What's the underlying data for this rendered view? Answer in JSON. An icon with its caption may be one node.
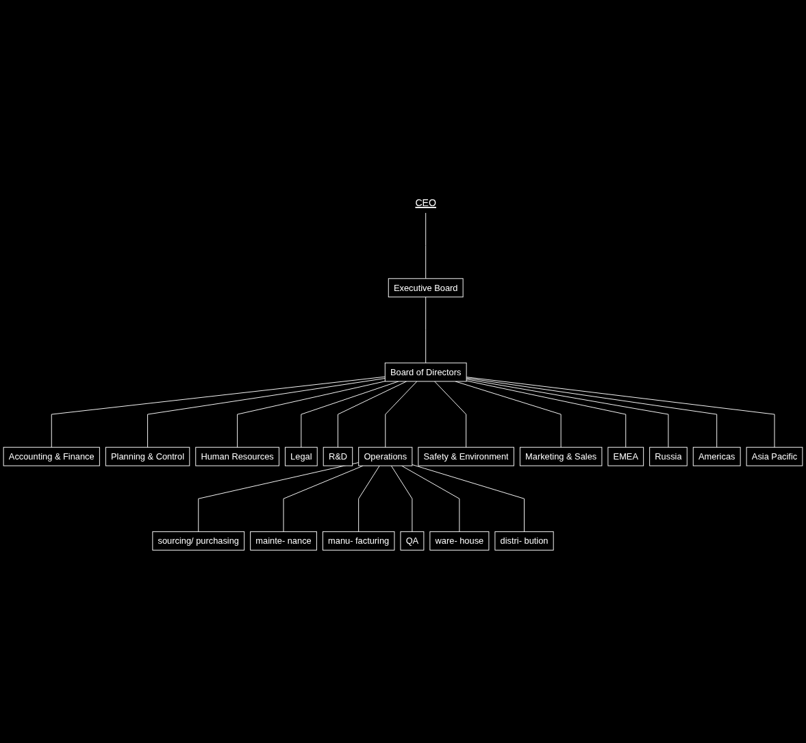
{
  "diagram": {
    "nodes": [
      {
        "text": [
          "CEO"
        ]
      },
      {
        "text": [
          "Executive Board"
        ]
      },
      {
        "text": [
          "Board of Directors"
        ]
      },
      {
        "text": [
          "Accounting & Finance"
        ]
      },
      {
        "text": [
          "Planning & Control"
        ]
      },
      {
        "text": [
          "Human Resources"
        ]
      },
      {
        "text": [
          "Legal"
        ]
      },
      {
        "text": [
          "R&D"
        ]
      },
      {
        "text": [
          "Operations"
        ]
      },
      {
        "text": [
          "Safety & Environment"
        ]
      },
      {
        "text": [
          "Marketing & Sales"
        ]
      },
      {
        "text": [
          "sourcing/ purchasing"
        ]
      },
      {
        "text": [
          "mainte- nance"
        ]
      },
      {
        "text": [
          "manu- facturing"
        ]
      },
      {
        "text": [
          "QA"
        ]
      },
      {
        "text": [
          "ware- house"
        ]
      },
      {
        "text": [
          "distri- bution"
        ]
      },
      {
        "text": [
          "EMEA"
        ]
      },
      {
        "text": [
          "Russia"
        ]
      },
      {
        "text": [
          "Americas"
        ]
      },
      {
        "text": [
          "Asia Pacific"
        ]
      }
    ],
    "edges": [
      {
        "from": 0,
        "to": 1,
        "arrow": "none"
      },
      {
        "from": 1,
        "to": 2,
        "arrow": "none"
      },
      {
        "from": 2,
        "to": 3,
        "arrow": "none"
      },
      {
        "from": 2,
        "to": 4,
        "arrow": "none"
      },
      {
        "from": 2,
        "to": 5,
        "arrow": "none"
      },
      {
        "from": 2,
        "to": 6,
        "arrow": "none"
      },
      {
        "from": 2,
        "to": 7,
        "arrow": "none"
      },
      {
        "from": 2,
        "to": 8,
        "arrow": "none"
      },
      {
        "from": 2,
        "to": 9,
        "arrow": "none"
      },
      {
        "from": 2,
        "to": 10,
        "arrow": "none"
      },
      {
        "from": 8,
        "to": 11,
        "arrow": "none"
      },
      {
        "from": 8,
        "to": 12,
        "arrow": "none"
      },
      {
        "from": 8,
        "to": 13,
        "arrow": "none"
      },
      {
        "from": 8,
        "to": 14,
        "arrow": "none"
      },
      {
        "from": 8,
        "to": 15,
        "arrow": "none"
      },
      {
        "from": 8,
        "to": 16,
        "arrow": "none"
      },
      {
        "from": 2,
        "to": 17,
        "arrow": "none"
      },
      {
        "from": 2,
        "to": 18,
        "arrow": "none"
      },
      {
        "from": 2,
        "to": 19,
        "arrow": "none"
      },
      {
        "from": 2,
        "to": 20,
        "arrow": "none"
      }
    ]
  }
}
